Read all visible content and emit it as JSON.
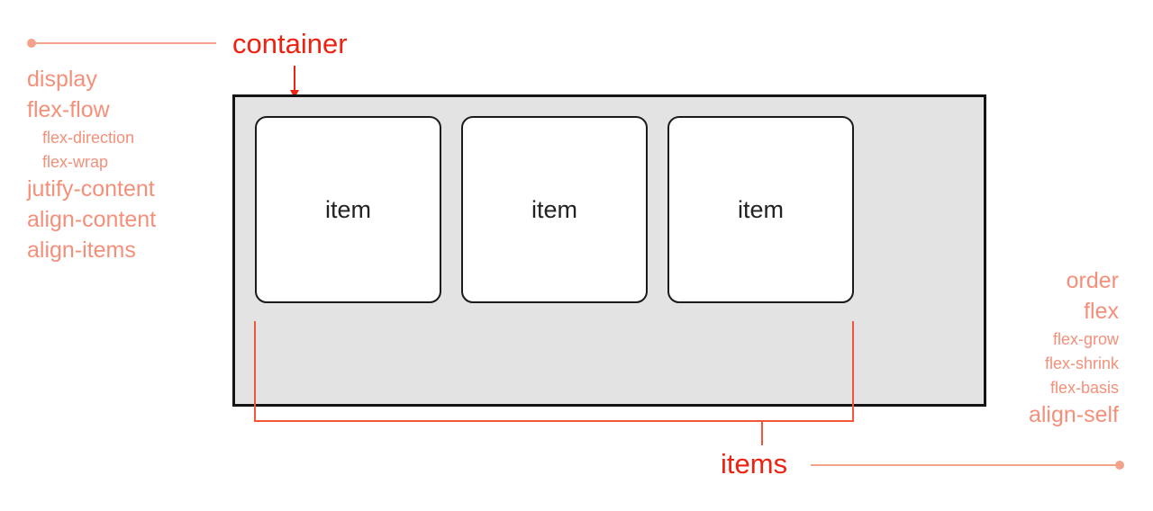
{
  "diagram": {
    "title_container": "container",
    "title_items": "items",
    "container_properties": [
      {
        "label": "display",
        "level": "main"
      },
      {
        "label": "flex-flow",
        "level": "main"
      },
      {
        "label": "flex-direction",
        "level": "sub"
      },
      {
        "label": "flex-wrap",
        "level": "sub"
      },
      {
        "label": "jutify-content",
        "level": "main"
      },
      {
        "label": "align-content",
        "level": "main"
      },
      {
        "label": "align-items",
        "level": "main"
      }
    ],
    "item_properties": [
      {
        "label": "order",
        "level": "main"
      },
      {
        "label": "flex",
        "level": "main"
      },
      {
        "label": "flex-grow",
        "level": "sub"
      },
      {
        "label": "flex-shrink",
        "level": "sub"
      },
      {
        "label": "flex-basis",
        "level": "sub"
      },
      {
        "label": "align-self",
        "level": "main"
      }
    ],
    "items": [
      {
        "label": "item"
      },
      {
        "label": "item"
      },
      {
        "label": "item"
      }
    ],
    "colors": {
      "accent_salmon": "#f4907a",
      "accent_red": "#ee2211",
      "connector": "#f3a28c",
      "bracket": "#f2563a",
      "container_fill": "#e3e3e3",
      "container_border": "#141414",
      "item_fill": "#ffffff",
      "item_border": "#1b1b1b",
      "item_text": "#222222",
      "page_background": "#ffffff"
    }
  }
}
